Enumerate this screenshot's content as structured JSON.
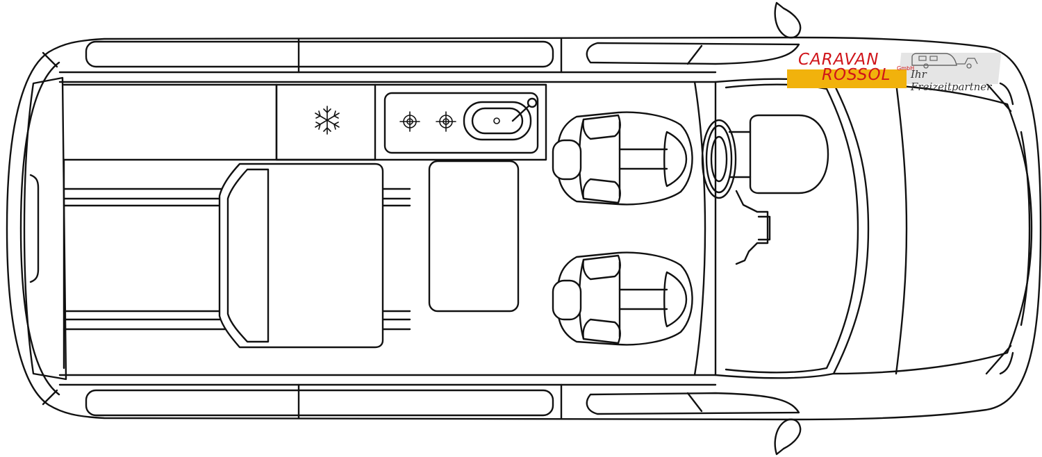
{
  "diagram": {
    "subject": "camper-van-floor-plan-top-view"
  },
  "branding": {
    "line1": "CARAVAN",
    "line2": "ROSSOL",
    "suffix": "GmbH",
    "slogan": "Ihr Freizeitpartner",
    "text_color": "#d0141a",
    "stripe_color": "#f1b20c"
  },
  "icons": {
    "fridge": "snowflake-icon",
    "burner_left": "crosshair-icon",
    "burner_right": "crosshair-icon",
    "sink": "sink-icon"
  }
}
